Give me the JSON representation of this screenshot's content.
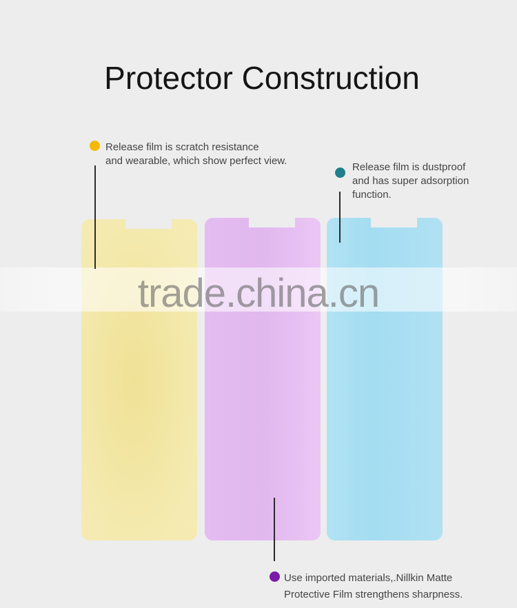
{
  "title": "Protector Construction",
  "watermark": "trade.china.cn",
  "callouts": [
    {
      "position": "top-left",
      "dot_color": "#f5b800",
      "line1": "Release film is scratch resistance",
      "line2": "and wearable, which show perfect view."
    },
    {
      "position": "top-right",
      "dot_color": "#1f7f8a",
      "line1": "Release film is dustproof",
      "line2": "and has super adsorption",
      "line3": "function."
    },
    {
      "position": "bottom",
      "dot_color": "#7a1aa8",
      "line1": "Use imported materials,.Nillkin Matte",
      "line2": "Protective Film strengthens sharpness."
    }
  ],
  "layers": [
    {
      "name": "release-film-top",
      "color": "#f4e8a8"
    },
    {
      "name": "matte-film",
      "color": "#e3bdf0"
    },
    {
      "name": "release-film-bottom",
      "color": "#a6def1"
    }
  ]
}
